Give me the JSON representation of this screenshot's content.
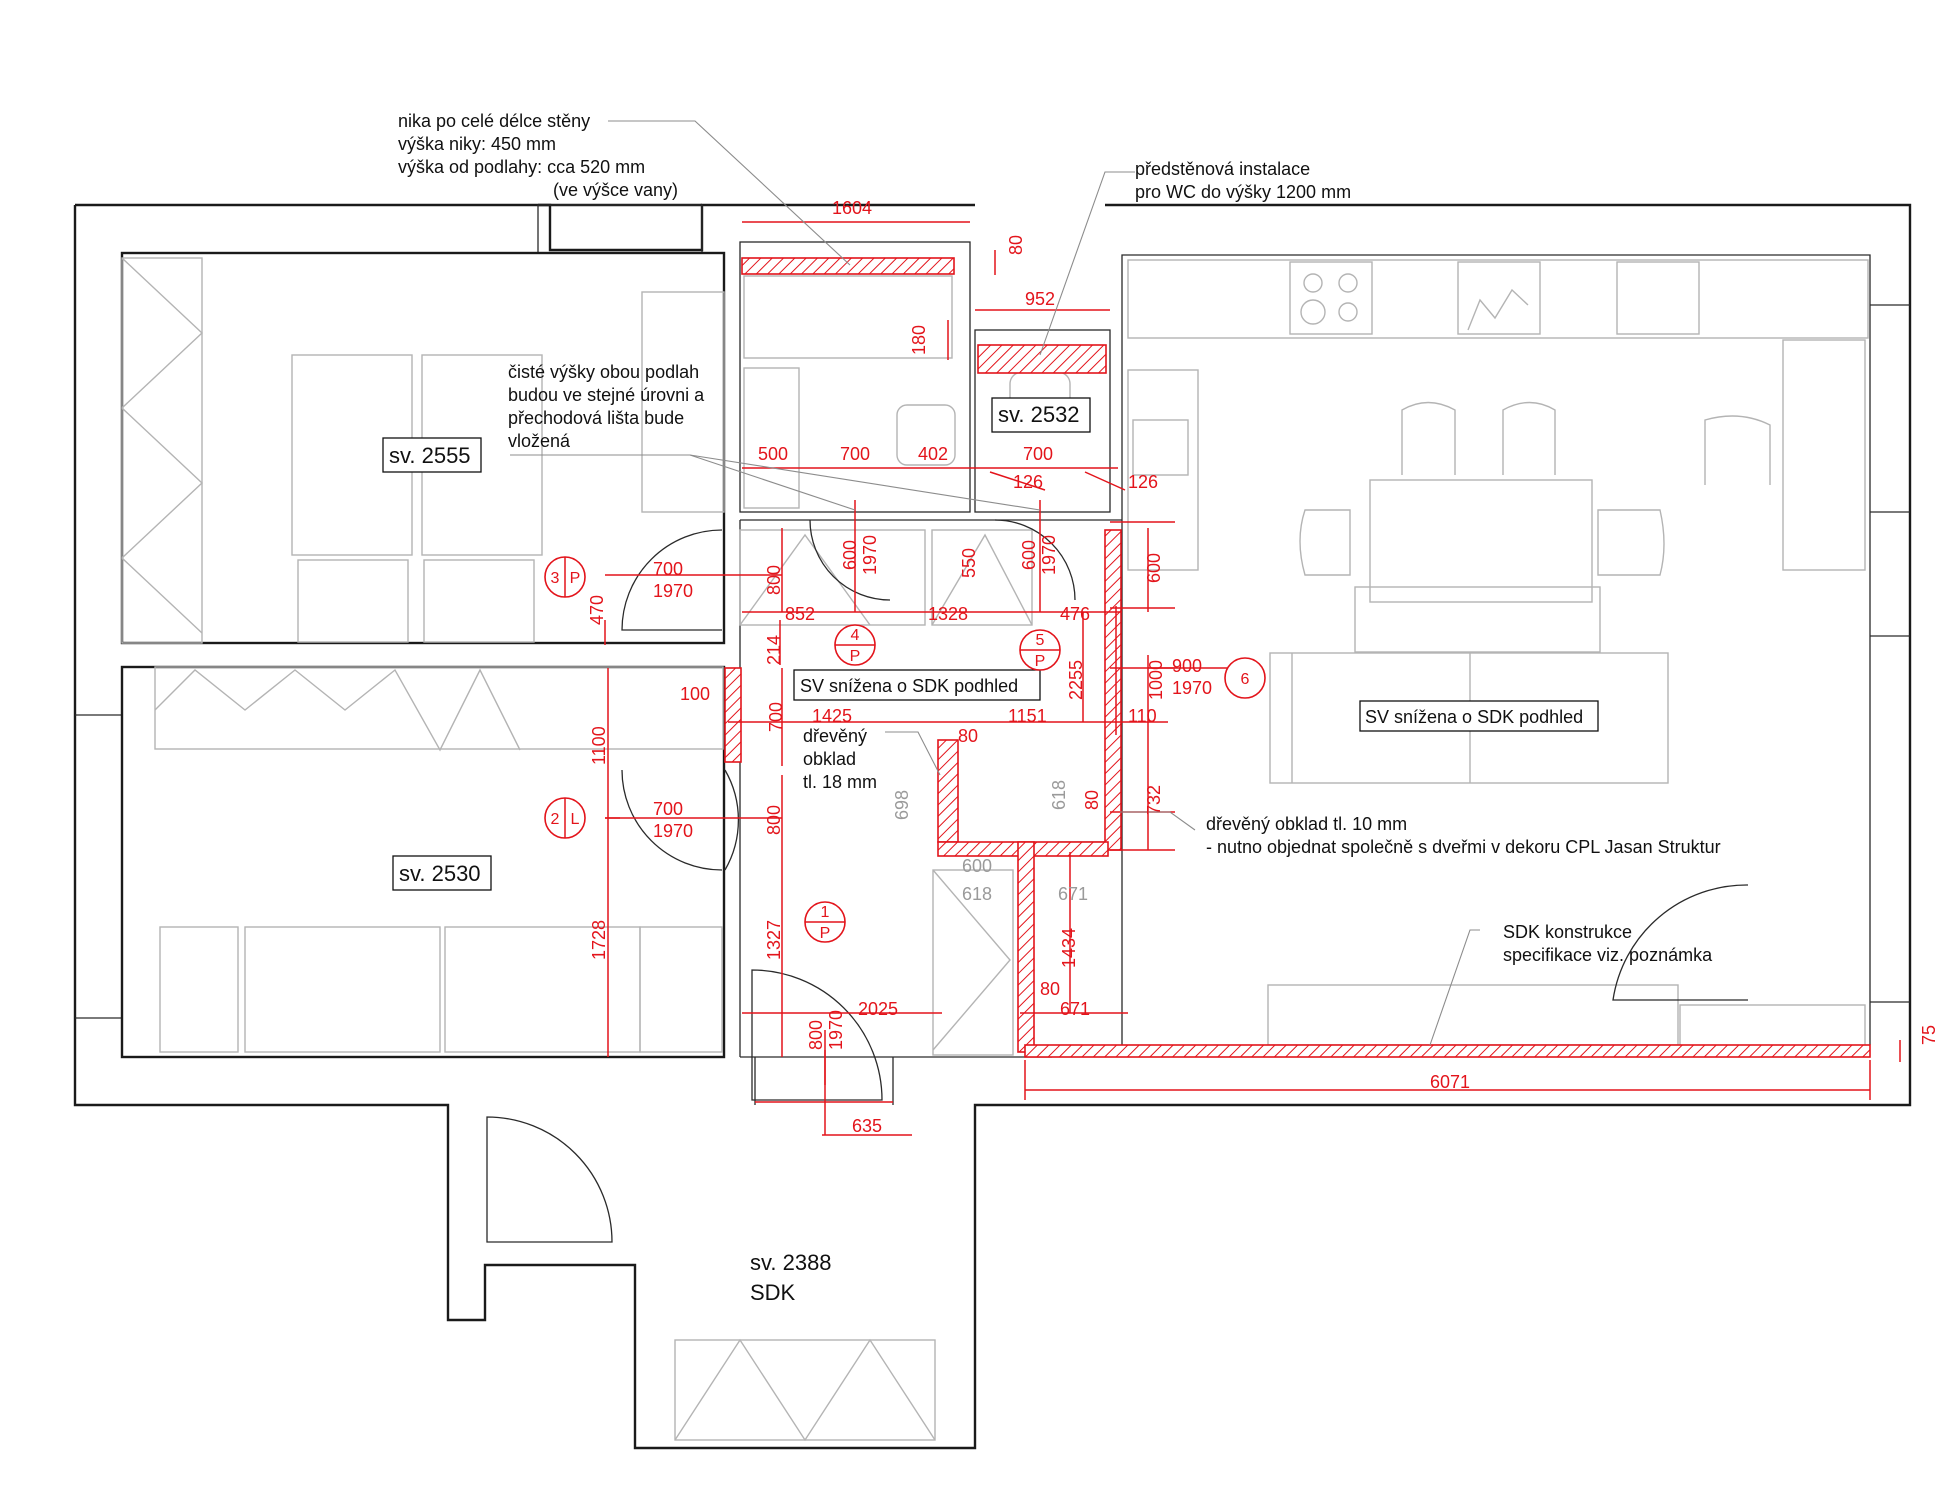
{
  "rooms": {
    "r2555": "sv. 2555",
    "r2532": "sv. 2532",
    "r2530": "sv. 2530",
    "r2388": "sv. 2388",
    "r2388_sub": "SDK"
  },
  "ceiling_labels": {
    "hall": "SV snížena o SDK podhled",
    "living": "SV snížena o SDK podhled"
  },
  "notes": {
    "niche": [
      "nika po celé délce stěny",
      "výška niky: 450 mm",
      "výška od podlahy: cca 520 mm",
      "(ve výšce vany)"
    ],
    "wc": [
      "předstěnová instalace",
      "pro WC do výšky 1200 mm"
    ],
    "floor": [
      "čisté výšky obou podlah",
      "budou ve stejné úrovni a",
      "přechodová lišta bude",
      "vložená"
    ],
    "wood18": [
      "dřevěný",
      "obklad",
      "tl. 18 mm"
    ],
    "wood10": [
      "dřevěný obklad tl. 10 mm",
      "- nutno objednat společně s dveřmi v dekoru CPL Jasan Struktur"
    ],
    "sdk": [
      "SDK konstrukce",
      "specifikace viz. poznámka"
    ]
  },
  "dims": {
    "d1604": "1604",
    "d80a": "80",
    "d952": "952",
    "d180": "180",
    "d500": "500",
    "d700a": "700",
    "d402": "402",
    "d700b": "700",
    "d126a": "126",
    "d126b": "126",
    "d600a": "600",
    "d1970a": "1970",
    "d550": "550",
    "d600b": "600",
    "d1970b": "1970",
    "d800a": "800",
    "d600c": "600",
    "d852": "852",
    "d1328": "1328",
    "d476": "476",
    "d470": "470",
    "d214": "214",
    "d2255": "2255",
    "d900": "900",
    "d1970c": "1970",
    "d1000": "1000",
    "d100": "100",
    "d1100": "1100",
    "d700c": "700",
    "d1425": "1425",
    "d1151": "1151",
    "d110": "110",
    "d80b": "80",
    "d698": "698",
    "d618a": "618",
    "d80c": "80",
    "d732": "732",
    "d800b": "800",
    "d600d": "600",
    "d618b": "618",
    "d671a": "671",
    "d1728": "1728",
    "d1327": "1327",
    "d1434": "1434",
    "d80d": "80",
    "d671b": "671",
    "d2025": "2025",
    "d800c": "800",
    "d1970d": "1970",
    "d635": "635",
    "d6071": "6071",
    "d75": "75",
    "door3w": "700",
    "door3h": "1970",
    "door2w": "700",
    "door2h": "1970"
  },
  "tags": {
    "t3n": "3",
    "t3l": "P",
    "t4n": "4",
    "t4l": "P",
    "t5n": "5",
    "t5l": "P",
    "t6n": "6",
    "t2n": "2",
    "t2l": "L",
    "t1n": "1",
    "t1l": "P"
  },
  "colors": {
    "annotation": "#e3141b",
    "wall": "#1a1a1a",
    "furniture": "#b4b4b4"
  }
}
